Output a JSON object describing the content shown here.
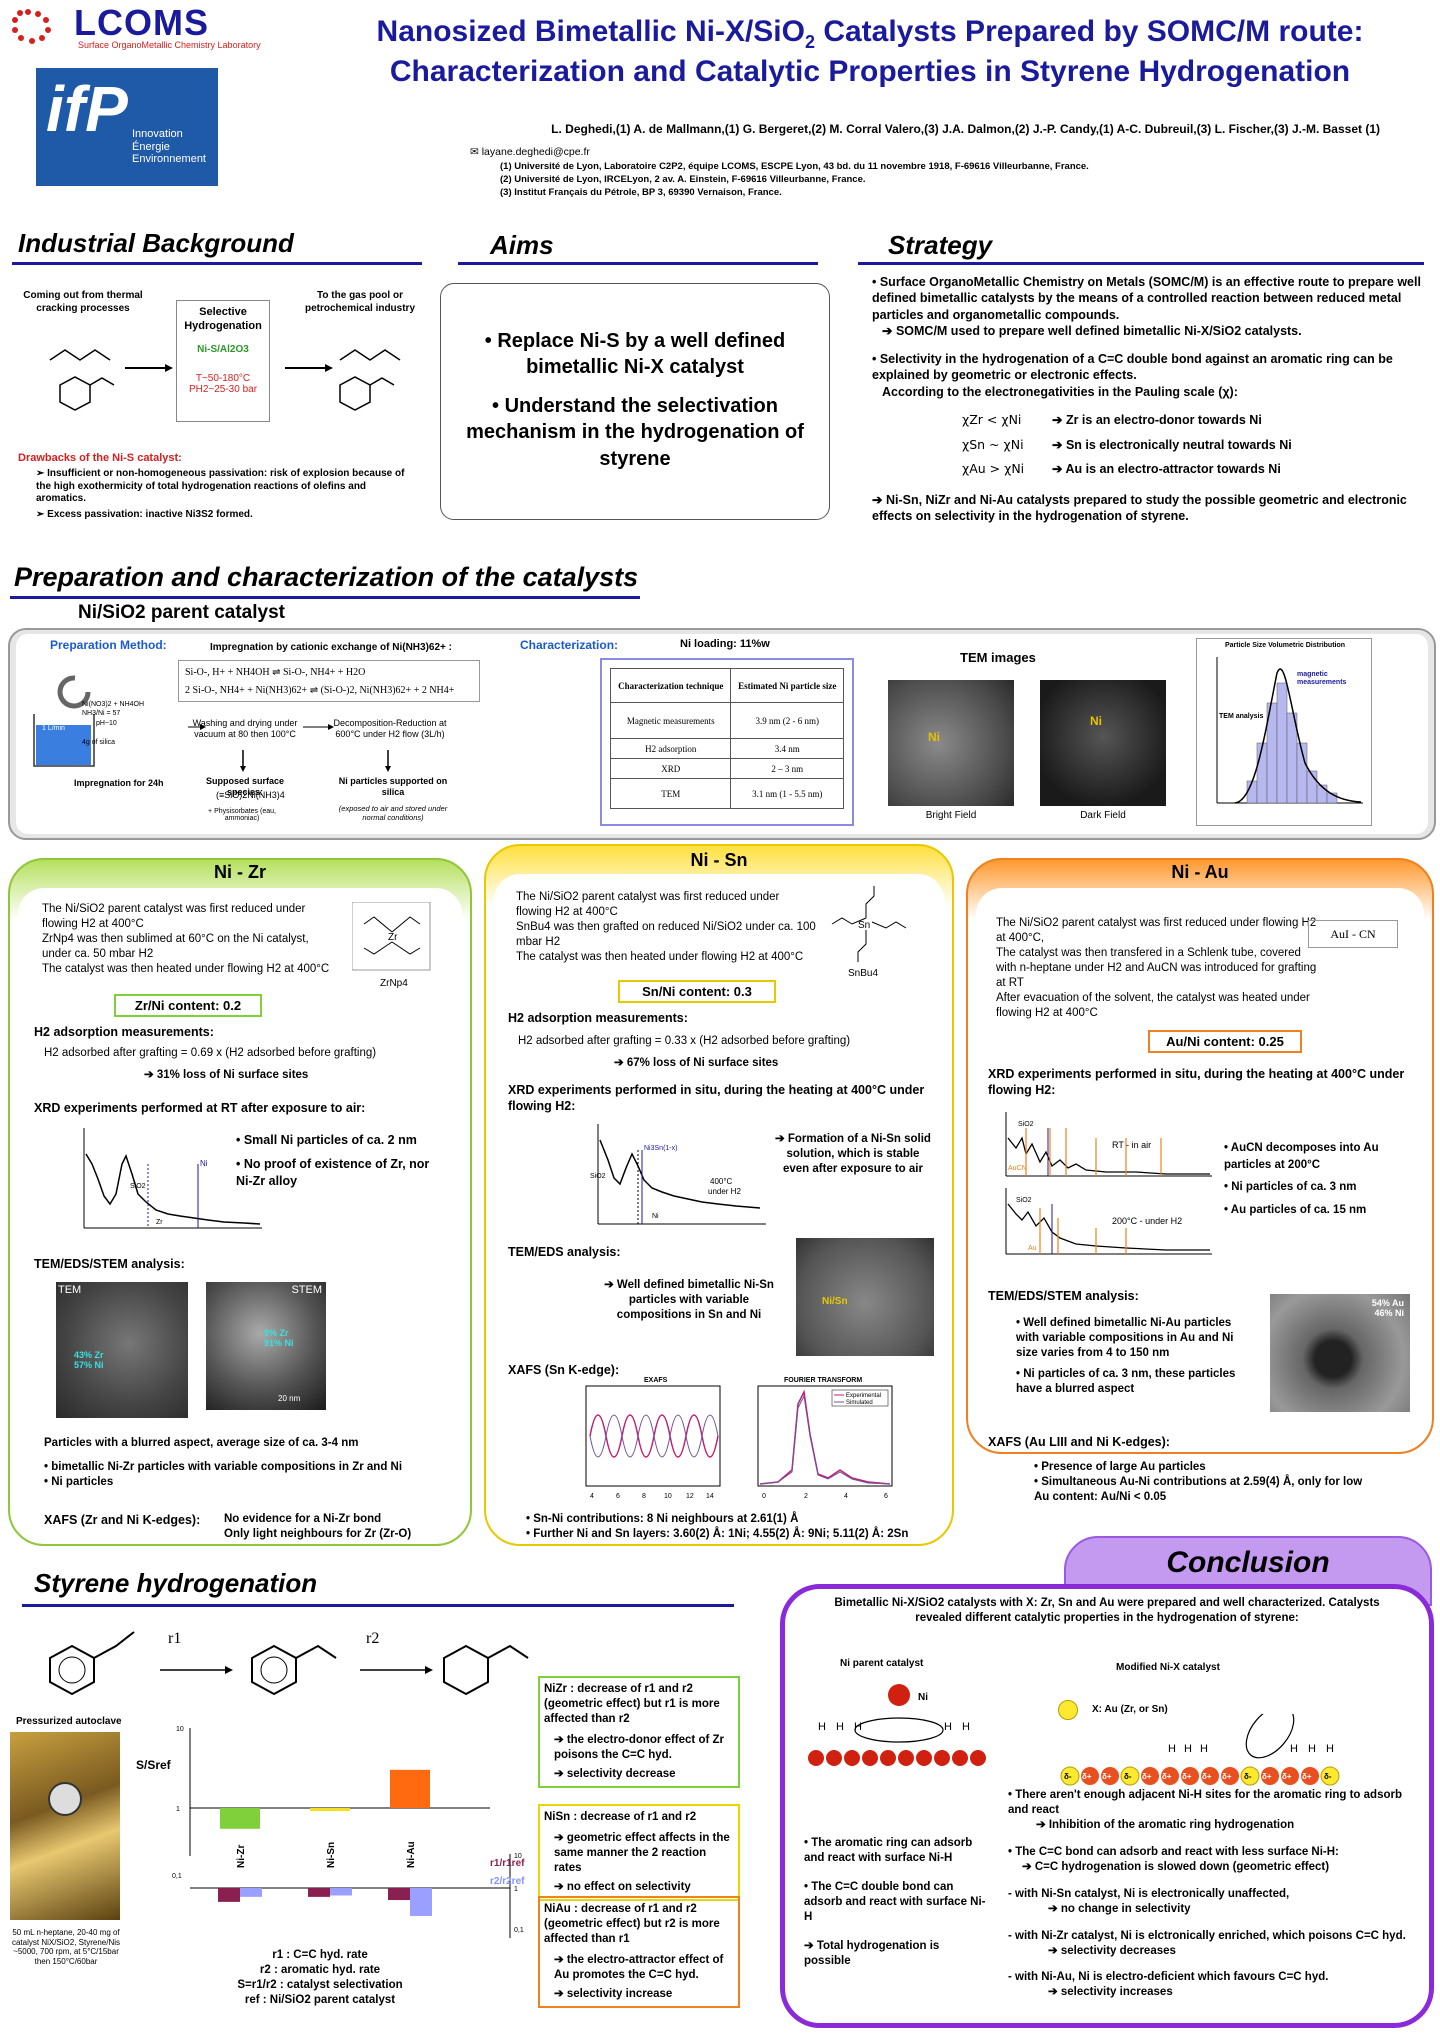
{
  "header": {
    "logo_name": "LCOMS",
    "logo_sub": "Surface OrganoMetallic Chemistry Laboratory",
    "ifp_lines": [
      "Innovation",
      "Énergie",
      "Environnement"
    ],
    "title_l1": "Nanosized Bimetallic Ni-X/SiO",
    "title_sub": "2",
    "title_l1b": " Catalysts Prepared by SOMC/M route:",
    "title_l2": "Characterization and Catalytic Properties in Styrene Hydrogenation",
    "authors": "L. Deghedi,(1) A. de Mallmann,(1) G. Bergeret,(2) M. Corral Valero,(3) J.A. Dalmon,(2) J.-P. Candy,(1) A-C. Dubreuil,(3) L. Fischer,(3) J.-M. Basset (1)",
    "email": "layane.deghedi@cpe.fr",
    "aff1": "(1) Université de Lyon, Laboratoire C2P2, équipe LCOMS, ESCPE Lyon, 43 bd. du 11 novembre 1918, F-69616 Villeurbanne, France.",
    "aff2": "(2) Université de Lyon, IRCELyon, 2 av. A. Einstein, F-69616 Villeurbanne, France.",
    "aff3": "(3) Institut Français du Pétrole, BP 3, 69390 Vernaison, France."
  },
  "industrial": {
    "title": "Industrial Background",
    "left_caption": "Coming out from thermal cracking processes",
    "right_caption": "To the gas pool or petrochemical industry",
    "box_title": "Selective Hydrogenation",
    "box_cat": "Ni-S/Al2O3",
    "box_t": "T~50-180°C",
    "box_p": "PH2~25-30 bar",
    "drawbacks_title": "Drawbacks of the Ni-S catalyst:",
    "drawback1": "➢ Insufficient or non-homogeneous passivation: risk of explosion because of the high exothermicity of total hydrogenation reactions of olefins and aromatics.",
    "drawback2": "➢ Excess passivation: inactive Ni3S2 formed."
  },
  "aims": {
    "title": "Aims",
    "aim1": "• Replace Ni-S by a well defined bimetallic Ni-X catalyst",
    "aim2": "• Understand the selectivation mechanism in the hydrogenation of styrene"
  },
  "strategy": {
    "title": "Strategy",
    "p1": "• Surface OrganoMetallic Chemistry on Metals (SOMC/M) is an effective route to prepare well defined bimetallic catalysts by the means of a controlled reaction between reduced metal particles and organometallic compounds.",
    "p1b": "➔ SOMC/M used to prepare well defined bimetallic Ni-X/SiO2 catalysts.",
    "p2": "• Selectivity in the hydrogenation of a C=C double bond against an aromatic ring can be explained by geometric or electronic effects.",
    "p2b": "According to the electronegativities in the Pauling scale (χ):",
    "e1l": "χZr < χNi",
    "e1r": "➔ Zr is an electro-donor towards Ni",
    "e2l": "χSn ~ χNi",
    "e2r": "➔ Sn is electronically neutral towards Ni",
    "e3l": "χAu > χNi",
    "e3r": "➔ Au is an electro-attractor towards Ni",
    "p3": "➔ Ni-Sn, NiZr and Ni-Au catalysts prepared to study the possible geometric and electronic effects on selectivity in the hydrogenation of styrene."
  },
  "prep": {
    "title": "Preparation and characterization of the catalysts",
    "parent_title": "Ni/SiO2 parent catalyst",
    "method_label": "Preparation Method:",
    "impregnation_title": "Impregnation by cationic exchange of Ni(NH3)62+ :",
    "eq1": "Si-O-, H+  +  NH4OH  ⇌  Si-O-, NH4+  +  H2O",
    "eq2": "2  Si-O-, NH4+  +  Ni(NH3)62+  ⇌  (Si-O-)2, Ni(NH3)62+  +  2  NH4+",
    "step_wash": "Washing and drying under vacuum at 80 then 100°C",
    "step_decomp": "Decomposition-Reduction at 600°C under H2 flow (3L/h)",
    "imp_label": "Impregnation for 24h",
    "supported_species": "Supposed surface species:",
    "species_formula": "(≡SiO)2Ni(NH3)4",
    "species_note": "+ Physisorbates (eau, ammoniac)",
    "ni_supported": "Ni particles supported on silica",
    "ni_note": "(exposed to air and stored under normal conditions)",
    "beaker_labels": [
      "Ni(NO3)2 + NH4OH",
      "NH3/Ni = 57",
      "pH~10",
      "4g of silica",
      "1 L/min"
    ],
    "char_label": "Characterization:",
    "ni_loading": "Ni loading: 11%w",
    "table_headers": [
      "Characterization technique",
      "Estimated Ni particle size"
    ],
    "table_rows": [
      [
        "Magnetic measurements",
        "3.9 nm (2 - 6 nm)"
      ],
      [
        "H2 adsorption",
        "3.4 nm"
      ],
      [
        "XRD",
        "2 – 3 nm"
      ],
      [
        "TEM",
        "3.1 nm (1 - 5.5 nm)"
      ]
    ],
    "tem_title": "TEM images",
    "bright": "Bright Field",
    "dark": "Dark Field",
    "hist_title": "Particle Size Volumetric Distribution",
    "hist_magnetic": "magnetic measurements",
    "hist_tem": "TEM analysis"
  },
  "nizr": {
    "title": "Ni - Zr",
    "p": "The Ni/SiO2 parent catalyst was first reduced under flowing H2 at 400°C\n  ZrNp4 was then sublimed at 60°C on the Ni catalyst, under ca. 50 mbar H2\n  The catalyst was then heated under flowing H2 at 400°C",
    "mol": "ZrNp4",
    "content": "Zr/Ni content: 0.2",
    "h2_title": "H2 adsorption measurements:",
    "h2_line": "H2 adsorbed after grafting = 0.69 x (H2 adsorbed before grafting)",
    "h2_result": "➔ 31% loss of Ni surface sites",
    "xrd_title": "XRD experiments performed at RT after exposure to air:",
    "xrd_b1": "• Small Ni particles of ca. 2 nm",
    "xrd_b2": "• No proof of existence of Zr, nor Ni-Zr alloy",
    "tem_title": "TEM/EDS/STEM analysis:",
    "tem_label": "TEM",
    "stem_label": "STEM",
    "stem_txt": "9% Zr\n91% Ni",
    "scale": "20 nm",
    "p_aspect": "Particles with a blurred aspect, average size of ca. 3-4 nm",
    "b1": "• bimetallic Ni-Zr particles with variable compositions in Zr and Ni",
    "b2": "• Ni particles",
    "xafs_label": "XAFS (Zr and Ni K-edges):",
    "xafs_txt": "No evidence for a Ni-Zr bond\nOnly light neighbours for Zr (Zr-O)"
  },
  "nisn": {
    "title": "Ni - Sn",
    "p": "The Ni/SiO2 parent catalyst was first reduced under flowing H2 at 400°C\n  SnBu4 was then grafted on reduced Ni/SiO2 under ca. 100 mbar H2\n  The catalyst was then heated under flowing H2 at 400°C",
    "mol": "SnBu4",
    "content": "Sn/Ni content: 0.3",
    "h2_title": "H2 adsorption measurements:",
    "h2_line": "H2 adsorbed after grafting = 0.33 x (H2 adsorbed before grafting)",
    "h2_result": "➔ 67% loss of Ni surface sites",
    "xrd_title": "XRD experiments performed in situ, during the heating at 400°C under flowing H2:",
    "xrd_txt": "➔ Formation of a Ni-Sn solid solution, which is stable even after exposure to air",
    "xrd_anno1": "400°C under H2",
    "tem_title": "TEM/EDS analysis:",
    "tem_txt": "➔ Well defined bimetallic Ni-Sn particles with variable compositions in Sn and Ni",
    "xafs_title": "XAFS (Sn K-edge):",
    "exafs": "EXAFS",
    "ft": "FOURIER TRANSFORM",
    "leg1": "Experimental",
    "leg2": "Simulated",
    "r1": "• Sn-Ni contributions: 8 Ni neighbours at 2.61(1) Å",
    "r2": "• Further Ni and Sn layers: 3.60(2) Å: 1Ni; 4.55(2) Å: 9Ni; 5.11(2) Å: 2Sn"
  },
  "niau": {
    "title": "Ni - Au",
    "p": "The Ni/SiO2 parent catalyst was first reduced under flowing H2 at 400°C,\n  The catalyst was then transfered in a Schlenk tube, covered with n-heptane under H2 and AuCN was introduced for grafting at RT\n  After evacuation of the solvent, the catalyst was heated under flowing H2 at 400°C",
    "mol": "AuI - CN",
    "content": "Au/Ni content: 0.25",
    "xrd_title": "XRD experiments performed in situ, during the heating at 400°C under flowing H2:",
    "rt_air": "RT - in air",
    "h2_200": "200°C - under H2",
    "b1": "• AuCN decomposes into Au particles at 200°C",
    "b2": "• Ni particles of ca. 3 nm",
    "b3": "• Au particles of ca. 15 nm",
    "tem_title": "TEM/EDS/STEM analysis:",
    "t1": "• Well defined bimetallic Ni-Au particles with variable compositions in Au and Ni size varies from 4 to 150 nm",
    "t2": "• Ni particles of ca. 3 nm, these particles have a blurred aspect",
    "photo_txt": "54% Au\n46% Ni",
    "xafs_title": "XAFS (Au LIII and Ni K-edges):",
    "x1": "• Presence of large Au particles",
    "x2": "• Simultaneous Au-Ni contributions at 2.59(4) Å, only for low Au content: Au/Ni < 0.05"
  },
  "styrene": {
    "title": "Styrene hydrogenation",
    "r1": "r1",
    "r2": "r2",
    "autoclave_title": "Pressurized autoclave",
    "autoclave_note": "50 mL n-heptane, 20-40 mg of catalyst NiX/SiO2, Styrene/Nis ~5000, 700 rpm, at 5°C/15bar then 150°C/60bar",
    "ylabel": "S/Sref",
    "r_legend1": "r1/r1ref",
    "r_legend2": "r2/r2ref",
    "def1": "r1 : C=C hyd. rate",
    "def2": "r2 : aromatic hyd. rate",
    "def3": "S=r1/r2 : catalyst selectivation",
    "def4": "ref : Ni/SiO2 parent catalyst",
    "box_nizr": "NiZr : decrease of r1 and r2 (geometric effect) but r1 is more affected than r2",
    "box_nizr_b": "➔ the electro-donor effect of Zr poisons the C=C hyd.",
    "box_nizr_c": "➔ selectivity decrease",
    "box_nisn": "NiSn : decrease of r1 and r2",
    "box_nisn_b": "➔ geometric effect affects in the same manner the 2 reaction rates",
    "box_nisn_c": "➔ no effect on selectivity",
    "box_niau": "NiAu : decrease of r1 and r2 (geometric effect) but r2 is more affected than r1",
    "box_niau_b": "➔ the electro-attractor effect of Au promotes the C=C hyd.",
    "box_niau_c": "➔ selectivity increase"
  },
  "chart_data": {
    "type": "bar",
    "categories": [
      "Ni-Zr",
      "Ni-Sn",
      "Ni-Au"
    ],
    "series": [
      {
        "name": "S/Sref",
        "values": [
          0.55,
          0.92,
          3.0
        ]
      },
      {
        "name": "r1/r1ref",
        "values": [
          0.45,
          0.6,
          0.5
        ]
      },
      {
        "name": "r2/r2ref",
        "values": [
          0.6,
          0.65,
          0.2
        ]
      }
    ],
    "ylabel": "S/Sref",
    "yscale": "log",
    "ticks_top": [
      "10",
      "1",
      "0,1"
    ],
    "ticks_bottom": [
      "10",
      "1",
      "0,1"
    ],
    "colors": [
      "#7fd03a",
      "#f5e020",
      "#ff6a10",
      "#8a2050",
      "#9aa0ff"
    ]
  },
  "conclusion": {
    "title": "Conclusion",
    "intro": "Bimetallic Ni-X/SiO2 catalysts with X: Zr, Sn and Au were prepared and well characterized. Catalysts revealed different catalytic properties in the hydrogenation of styrene:",
    "parent": "Ni parent catalyst",
    "modified": "Modified Ni-X catalyst",
    "ni_legend": "Ni",
    "x_legend": "X: Au (Zr, or Sn)",
    "left1": "• The aromatic ring can adsorb and react with surface Ni-H",
    "left2": "• The C=C double bond can adsorb and react with surface Ni-H",
    "left3": "➔ Total hydrogenation is possible",
    "r1": "• There aren't enough adjacent Ni-H sites for the aromatic ring to adsorb and react",
    "r1b": "➔ Inhibition of the aromatic ring hydrogenation",
    "r2": "• The C=C bond can adsorb and react with less surface Ni-H:",
    "r2b": "➔ C=C hydrogenation is slowed down (geometric effect)",
    "r3": "- with Ni-Sn catalyst, Ni is electronically unaffected,",
    "r3b": "➔ no change in selectivity",
    "r4": "- with Ni-Zr catalyst, Ni is elctronically enriched, which poisons C=C hyd.",
    "r4b": "➔ selectivity decreases",
    "r5": "- with Ni-Au, Ni is electro-deficient which favours C=C hyd.",
    "r5b": "➔ selectivity increases"
  }
}
